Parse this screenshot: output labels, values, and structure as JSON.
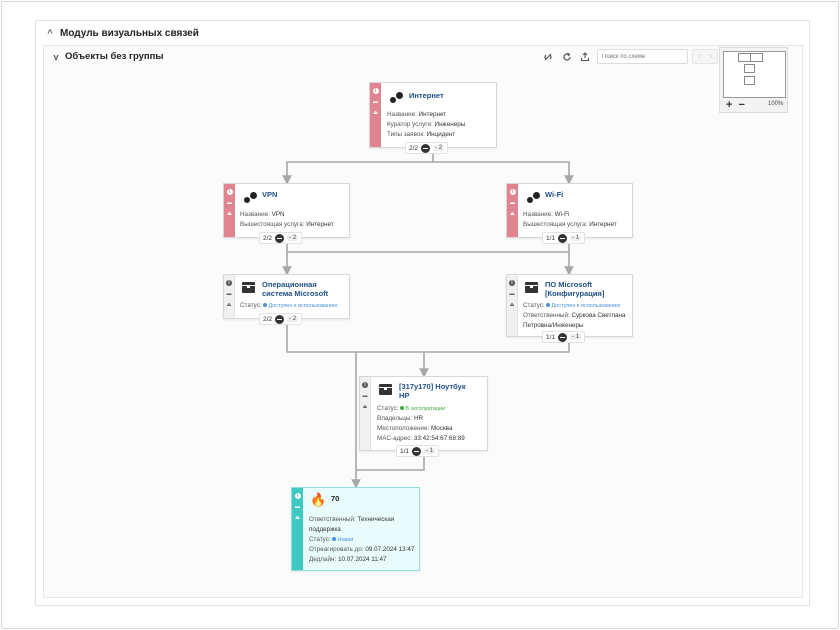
{
  "module": {
    "title": "Модуль визуальных связей"
  },
  "group": {
    "title": "Объекты без группы"
  },
  "toolbar": {
    "search_placeholder": "Поиск по схеме",
    "zoom": "100%",
    "zoom_in": "+",
    "zoom_out": "−",
    "prev": "‹",
    "next": "›"
  },
  "nodes": {
    "internet": {
      "title": "Интернет",
      "f1_label": "Название:",
      "f1_value": "Интернет",
      "f2_label": "Куратор услуги:",
      "f2_value": "Инженеры",
      "f3_label": "Типы заявок:",
      "f3_value": "Инцидент",
      "count": "2/2",
      "badge": "- 2"
    },
    "vpn": {
      "title": "VPN",
      "f1_label": "Название:",
      "f1_value": "VPN",
      "f2_label": "Вышестоящая услуга:",
      "f2_value": "Интернет",
      "count": "2/2",
      "badge": "- 2"
    },
    "wifi": {
      "title": "Wi-Fi",
      "f1_label": "Название:",
      "f1_value": "Wi-Fi",
      "f2_label": "Вышестоящая услуга:",
      "f2_value": "Интернет",
      "count": "1/1",
      "badge": "- 1"
    },
    "os": {
      "title_l1": "Операционная",
      "title_l2": "система Microsoft",
      "status_label": "Статус:",
      "status_value": "Доступен к использованию",
      "count": "2/2",
      "badge": "- 2"
    },
    "msconf": {
      "title_l1": "ПО Microsoft",
      "title_l2": "[Конфигурация]",
      "status_label": "Статус:",
      "status_value": "Доступен к использованию",
      "resp_label": "Ответственный:",
      "resp_value_l1": "Суркова Светлана",
      "resp_value_l2": "Петровна/Инженеры",
      "count": "1/1",
      "badge": "- 1"
    },
    "laptop": {
      "title_l1": "[317у170] Ноутбук",
      "title_l2": "HP",
      "status_label": "Статус:",
      "status_value": "В эксплуатации",
      "owner_label": "Владельцы:",
      "owner_value": "HR",
      "loc_label": "Местоположение:",
      "loc_value": "Москва",
      "mac_label": "MAC-адрес:",
      "mac_value": "33:42:54:67:68:89",
      "count": "1/1",
      "badge": "- 1"
    },
    "incident": {
      "title": "70",
      "resp_label": "Ответственный:",
      "resp_value_l1": "Техническая",
      "resp_value_l2": "поддержка",
      "status_label": "Статус:",
      "status_value": "Новая",
      "react_label": "Отреагировать до:",
      "react_value": "09.07.2024 13:47",
      "deadline_label": "Дедлайн:",
      "deadline_value": "10.07.2024 11:47"
    }
  },
  "colors": {
    "service_strip": "#e0858f",
    "ci_strip": "#f0f0f0",
    "incident_strip": "#3fc9c3",
    "link": "#a8a8a8",
    "status_available": "#4a90d9",
    "status_in_use": "#3faa3f"
  }
}
